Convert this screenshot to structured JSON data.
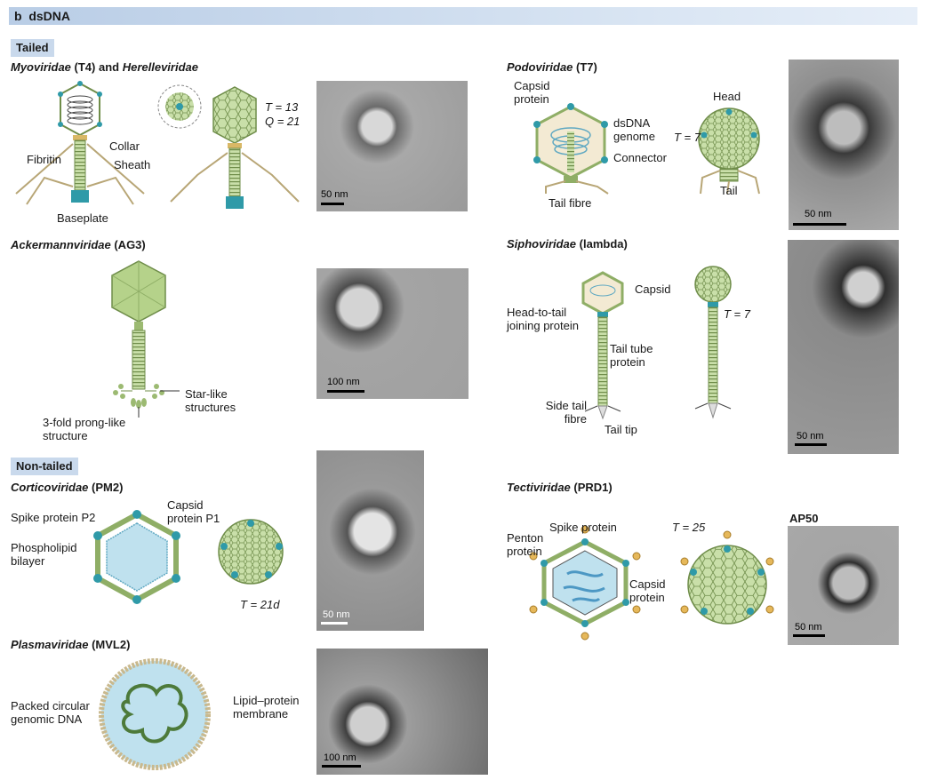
{
  "header": {
    "panel_letter": "b",
    "title": "dsDNA"
  },
  "sections": {
    "tailed": "Tailed",
    "non_tailed": "Non-tailed"
  },
  "colors": {
    "capsid_green": "#c9dfa9",
    "capsid_stroke": "#6f8d4a",
    "vertex_teal": "#2f9aa8",
    "membrane_blue": "#bfe1ee",
    "header_blue": "#c9d9ec",
    "tail_fibre": "#c9b98e"
  },
  "families": {
    "myo": {
      "name_a": "Myoviridae",
      "mid": " (T4) and ",
      "name_b": "Herelleviridae",
      "labels": {
        "collar": "Collar",
        "fibritin": "Fibritin",
        "sheath": "Sheath",
        "baseplate": "Baseplate",
        "t": "T = 13",
        "q": "Q = 21"
      },
      "scale": "50 nm"
    },
    "acker": {
      "name": "Ackermannviridae",
      "strain": " (AG3)",
      "labels": {
        "star": "Star-like structures",
        "prong": "3-fold prong-like structure"
      },
      "scale": "100 nm"
    },
    "podo": {
      "name": "Podoviridae",
      "strain": " (T7)",
      "labels": {
        "capsid_protein": "Capsid protein",
        "dsdna": "dsDNA genome",
        "connector": "Connector",
        "tail_fibre": "Tail fibre",
        "head": "Head",
        "tail": "Tail",
        "t": "T = 7"
      },
      "scale": "50 nm"
    },
    "sipho": {
      "name": "Siphoviridae",
      "strain": " (lambda)",
      "labels": {
        "capsid": "Capsid",
        "head_to_tail": "Head-to-tail joining protein",
        "tail_tube": "Tail tube protein",
        "side_tail": "Side tail fibre",
        "tail_tip": "Tail tip",
        "t": "T = 7"
      },
      "scale": "50 nm"
    },
    "cortico": {
      "name": "Corticoviridae",
      "strain": " (PM2)",
      "labels": {
        "spike": "Spike protein P2",
        "capsid": "Capsid protein P1",
        "bilayer": "Phospholipid bilayer",
        "t": "T = 21d"
      },
      "scale": "50 nm"
    },
    "plasma": {
      "name": "Plasmaviridae",
      "strain": " (MVL2)",
      "labels": {
        "dna": "Packed circular genomic DNA",
        "membrane": "Lipid–protein membrane"
      },
      "scale": "100 nm"
    },
    "tecti": {
      "name": "Tectiviridae",
      "strain": " (PRD1)",
      "labels": {
        "spike": "Spike protein",
        "penton": "Penton protein",
        "capsid": "Capsid protein",
        "t": "T = 25"
      }
    },
    "ap50": {
      "name": "AP50",
      "scale": "50 nm"
    }
  }
}
